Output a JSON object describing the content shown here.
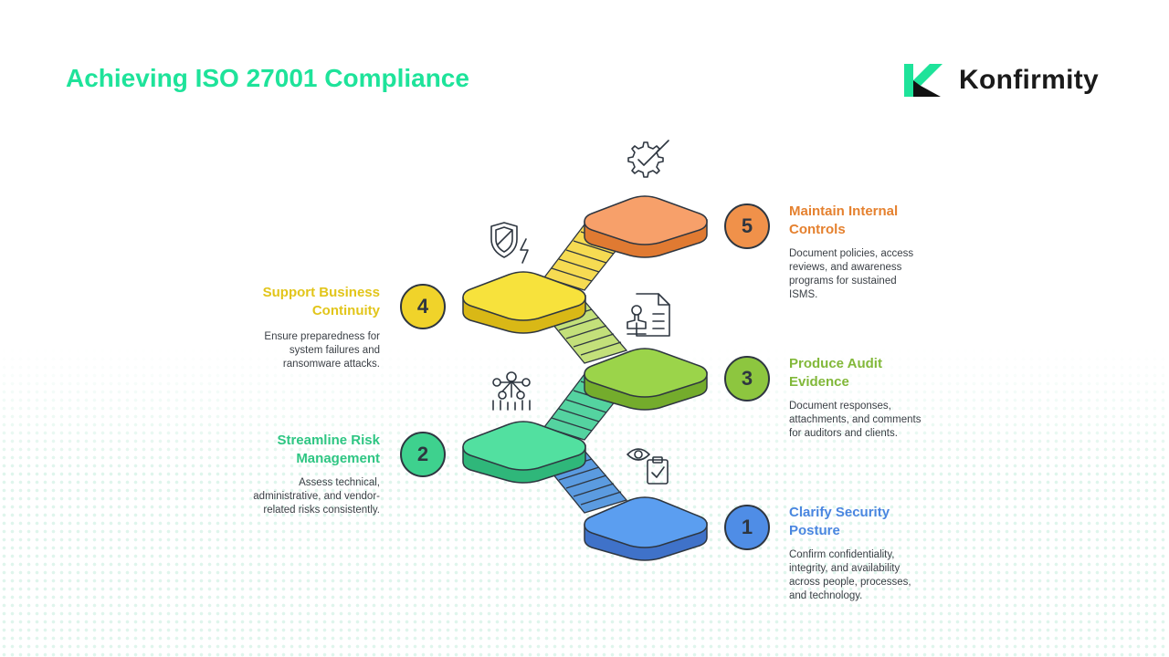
{
  "title": "Achieving ISO 27001 Compliance",
  "brand": {
    "name": "Konfirmity"
  },
  "steps": [
    {
      "number": "1",
      "title": "Clarify Security Posture",
      "description": "Confirm confidentiality, integrity, and availability across people, processes, and technology.",
      "color": "#4f8de6",
      "icon": "eye-clipboard-icon"
    },
    {
      "number": "2",
      "title": "Streamline Risk Management",
      "description": "Assess technical, administrative, and vendor-related risks consistently.",
      "color": "#3ed18e",
      "icon": "network-people-icon"
    },
    {
      "number": "3",
      "title": "Produce Audit Evidence",
      "description": "Document responses, attachments, and comments for auditors and clients.",
      "color": "#8dc63f",
      "icon": "document-stamp-icon"
    },
    {
      "number": "4",
      "title": "Support Business Continuity",
      "description": "Ensure preparedness for system failures and ransomware attacks.",
      "color": "#f0d32a",
      "icon": "shield-lightning-icon"
    },
    {
      "number": "5",
      "title": "Maintain Internal Controls",
      "description": "Document policies, access reviews, and awareness programs for sustained ISMS.",
      "color": "#f0914a",
      "icon": "gear-check-icon"
    }
  ]
}
